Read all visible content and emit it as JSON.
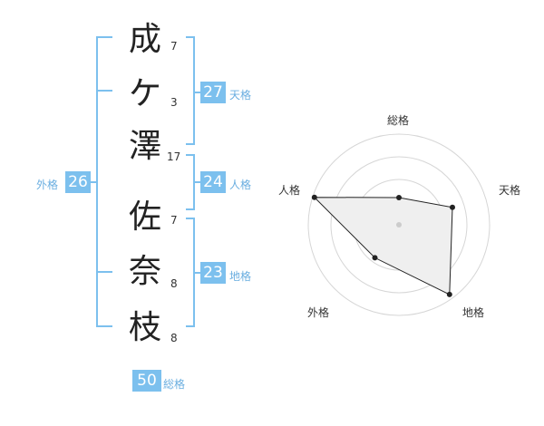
{
  "name_chars": [
    {
      "char": "成",
      "strokes": "7"
    },
    {
      "char": "ケ",
      "strokes": "3"
    },
    {
      "char": "澤",
      "strokes": "17"
    },
    {
      "char": "佐",
      "strokes": "7"
    },
    {
      "char": "奈",
      "strokes": "8"
    },
    {
      "char": "枝",
      "strokes": "8"
    }
  ],
  "fortunes": {
    "tenkaku": {
      "value": "27",
      "label": "天格"
    },
    "jinkaku": {
      "value": "24",
      "label": "人格"
    },
    "chikaku": {
      "value": "23",
      "label": "地格"
    },
    "gaikaku": {
      "value": "26",
      "label": "外格"
    },
    "soukaku": {
      "value": "50",
      "label": "総格"
    }
  },
  "radar": {
    "labels": {
      "top": "総格",
      "right": "天格",
      "bottom_right": "地格",
      "bottom_left": "外格",
      "left": "人格"
    },
    "rings": 4,
    "values": {
      "soukaku": 0.3,
      "tenkaku": 0.62,
      "chikaku": 0.95,
      "gaikaku": 0.45,
      "jinkaku": 0.98
    }
  },
  "colors": {
    "accent": "#7cc0ee"
  }
}
